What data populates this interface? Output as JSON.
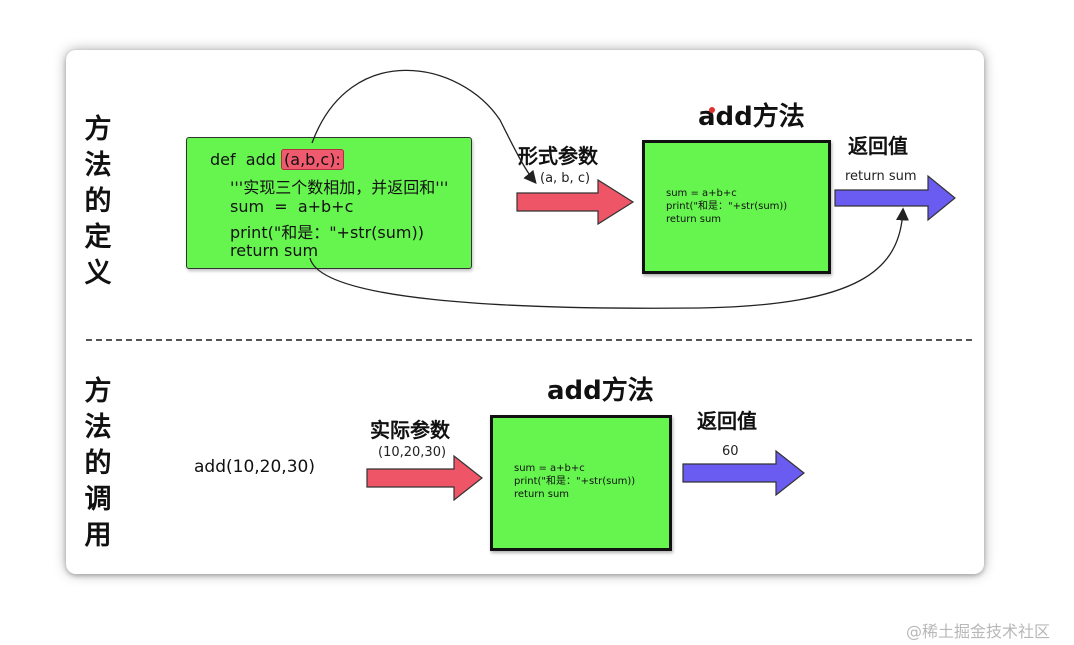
{
  "definition": {
    "title_chars": [
      "方",
      "法",
      "的",
      "定",
      "义"
    ],
    "code": {
      "def_prefix": "def  add ",
      "params_highlight": "(a,b,c):",
      "docstring": "'''实现三个数相加，并返回和'''",
      "line_sum": "sum  =  a+b+c",
      "line_print": "print(\"和是：\"+str(sum))",
      "line_return": "return sum"
    },
    "formal_params_label": "形式参数",
    "formal_params_value": "(a, b, c)",
    "method_title": "add方法",
    "method_body": [
      "sum = a+b+c",
      "print(\"和是：\"+str(sum))",
      "return sum"
    ],
    "return_label": "返回值",
    "return_value": "return  sum"
  },
  "call": {
    "title_chars": [
      "方",
      "法",
      "的",
      "调",
      "用"
    ],
    "expression": "add(10,20,30)",
    "actual_params_label": "实际参数",
    "actual_params_value": "(10,20,30)",
    "method_title": "add方法",
    "method_body": [
      "sum = a+b+c",
      "print(\"和是：\"+str(sum))",
      "return sum"
    ],
    "return_label": "返回值",
    "return_value": "60"
  },
  "watermark": "@稀土掘金技术社区",
  "colors": {
    "box_green": "#66f54f",
    "param_arrow_red": "#ee5566",
    "return_arrow_blue": "#6a5cf0",
    "highlight_red": "#f05a6e"
  }
}
